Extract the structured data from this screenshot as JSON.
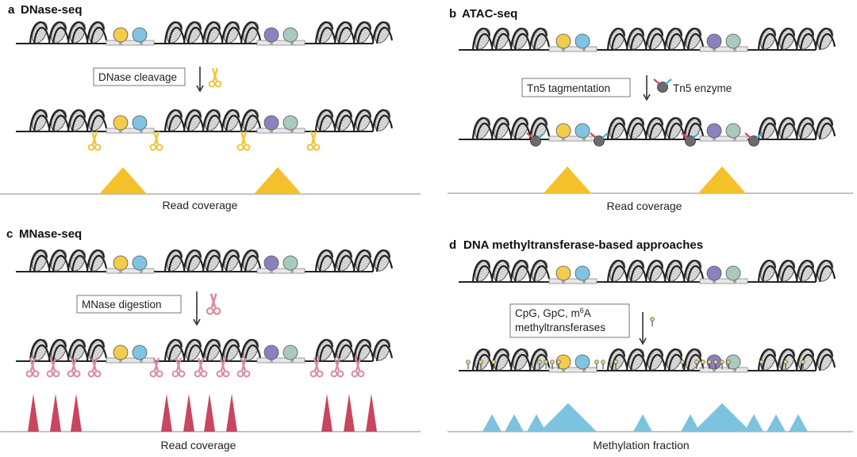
{
  "panels": [
    {
      "letter": "a",
      "title": "DNase-seq",
      "step_label": "DNase cleavage",
      "readout_label": "Read coverage",
      "reagent_icon": "scissors-icon",
      "coverage_color": "#f5c12b",
      "reagent_color": "#f0c43a"
    },
    {
      "letter": "b",
      "title": "ATAC-seq",
      "step_label": "Tn5 tagmentation",
      "enzyme_label": "Tn5 enzyme",
      "readout_label": "Read coverage",
      "reagent_icon": "tn5-transposase-icon",
      "coverage_color": "#f5c12b",
      "reagent_color": "#6e6e6e"
    },
    {
      "letter": "c",
      "title": "MNase-seq",
      "step_label": "MNase digestion",
      "readout_label": "Read coverage",
      "reagent_icon": "scissors-icon",
      "coverage_color": "#c8465f",
      "reagent_color": "#d98c9c"
    },
    {
      "letter": "d",
      "title": "DNA methyltransferase-based approaches",
      "step_label_line1": "CpG, GpC, m",
      "step_label_sup": "6",
      "step_label_line1_end": "A",
      "step_label_line2": "methyltransferases",
      "readout_label": "Methylation fraction",
      "reagent_icon": "methyl-mark-icon",
      "coverage_color": "#7cc3df",
      "reagent_color": "#d7c27a"
    }
  ],
  "colors": {
    "tf_yellow": "#f2cc4a",
    "tf_blue": "#7fc5e3",
    "tf_purple": "#8a82be",
    "tf_teal": "#a9c9bf",
    "nucleosome": "#d4d4d4",
    "dna": "#222222"
  }
}
